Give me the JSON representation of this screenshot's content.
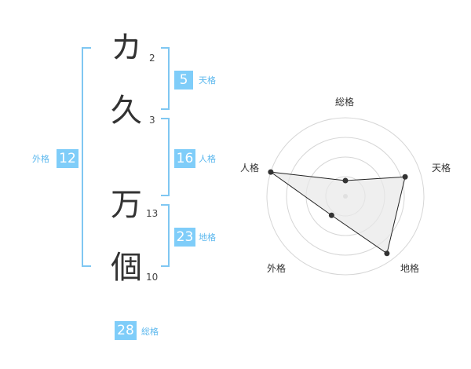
{
  "characters": [
    {
      "char": "カ",
      "strokes": "2"
    },
    {
      "char": "久",
      "strokes": "3"
    },
    {
      "char": "万",
      "strokes": "13"
    },
    {
      "char": "個",
      "strokes": "10"
    }
  ],
  "scores": {
    "tenkaku": {
      "value": "5",
      "label": "天格"
    },
    "jinkaku": {
      "value": "16",
      "label": "人格"
    },
    "chikaku": {
      "value": "23",
      "label": "地格"
    },
    "gaikaku": {
      "value": "12",
      "label": "外格"
    },
    "soukaku": {
      "value": "28",
      "label": "総格"
    }
  },
  "colors": {
    "accent": "#7fcdf9",
    "bracket": "#7fc7f2",
    "label": "#5cb8ee",
    "radar_fill": "#e8e8e8",
    "radar_line": "#222222",
    "grid": "#d6d6d6"
  },
  "chart_data": {
    "type": "radar",
    "axes": [
      "総格",
      "天格",
      "地格",
      "外格",
      "人格"
    ],
    "values": [
      0.2,
      0.8,
      0.9,
      0.3,
      1.0
    ],
    "rings": 4,
    "max": 1.0
  }
}
